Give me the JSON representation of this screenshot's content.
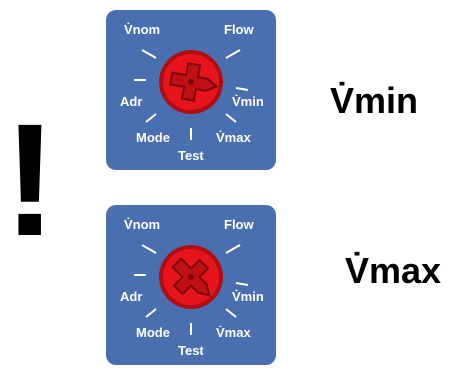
{
  "warning": {
    "symbol": "!"
  },
  "switches": [
    {
      "state_label": "V̇min",
      "labels": {
        "vnom": "V̇nom",
        "flow": "Flow",
        "adr": "Adr",
        "vmin": "V̇min",
        "mode": "Mode",
        "vmax": "V̇max",
        "test": "Test"
      },
      "selected": "vmin"
    },
    {
      "state_label": "V̇max",
      "labels": {
        "vnom": "V̇nom",
        "flow": "Flow",
        "adr": "Adr",
        "vmin": "V̇min",
        "mode": "Mode",
        "vmax": "V̇max",
        "test": "Test"
      },
      "selected": "vmax"
    }
  ],
  "colors": {
    "panel": "#4a6fb0",
    "knob": "#e8141b",
    "knob_dark": "#9c0a10",
    "label": "#ffffff"
  }
}
